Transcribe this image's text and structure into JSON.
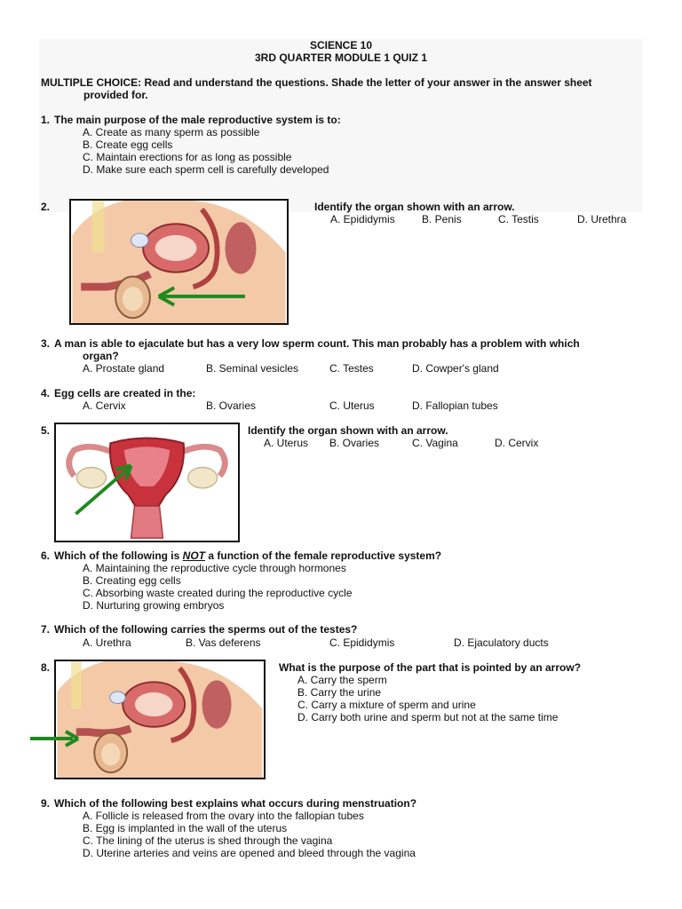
{
  "header": {
    "subject": "SCIENCE 10",
    "quiz_title": "3RD QUARTER MODULE 1 QUIZ 1"
  },
  "instructions": {
    "line1": "MULTIPLE CHOICE: Read and understand the questions. Shade the letter of your answer in the answer sheet",
    "line2": "provided for."
  },
  "q1": {
    "number": "1.",
    "question": "The main purpose of the male reproductive system is to:",
    "options": [
      "A. Create as many sperm as possible",
      "B. Create egg cells",
      "C. Maintain erections for as long as possible",
      "D. Make sure each sperm cell is carefully developed"
    ]
  },
  "q2": {
    "number": "2.",
    "question": "Identify the organ shown with an arrow.",
    "options": [
      "A. Epididymis",
      "B. Penis",
      "C. Testis",
      "D. Urethra"
    ]
  },
  "q3": {
    "number": "3.",
    "line1": "A man is able to ejaculate but has a very low sperm count. This man probably has a problem with which",
    "line2": "organ?",
    "options": [
      "A. Prostate gland",
      "B. Seminal vesicles",
      "C. Testes",
      "D. Cowper's gland"
    ]
  },
  "q4": {
    "number": "4.",
    "question": "Egg cells are created in the:",
    "options": [
      "A. Cervix",
      "B. Ovaries",
      "C. Uterus",
      "D. Fallopian tubes"
    ]
  },
  "q5": {
    "number": "5.",
    "question": "Identify the organ shown with an arrow.",
    "options": [
      "A. Uterus",
      "B. Ovaries",
      "C. Vagina",
      "D. Cervix"
    ]
  },
  "q6": {
    "number": "6.",
    "prefix": "Which of the following is",
    "emphasis": "NOT",
    "suffix": "a function of the female reproductive system?",
    "options": [
      "A. Maintaining the reproductive cycle through hormones",
      "B. Creating egg cells",
      "C. Absorbing waste created during the reproductive cycle",
      "D. Nurturing growing embryos"
    ]
  },
  "q7": {
    "number": "7.",
    "question": "Which of the following carries the sperms out of the testes?",
    "options": [
      "A. Urethra",
      "B. Vas deferens",
      "C. Epididymis",
      "D. Ejaculatory ducts"
    ]
  },
  "q8": {
    "number": "8.",
    "question": "What is the purpose of the part that is pointed by an arrow?",
    "options": [
      "A. Carry the sperm",
      "B. Carry the urine",
      "C. Carry a mixture of sperm and urine",
      "D. Carry both urine and sperm but not at the same time"
    ]
  },
  "q9": {
    "number": "9.",
    "question": "Which of the following best explains what occurs during menstruation?",
    "options": [
      "A. Follicle is released from the ovary into the fallopian tubes",
      "B. Egg is implanted in the wall of the uterus",
      "C. The lining of the uterus is shed through the vagina",
      "D. Uterine arteries and veins are opened and bleed through the vagina"
    ]
  },
  "colors": {
    "arrow": "#1e8a1e",
    "skin": "#f3c9a8",
    "tissue": "#d96a6a",
    "uterus": "#c8323c",
    "ovary": "#f2e6c8"
  }
}
